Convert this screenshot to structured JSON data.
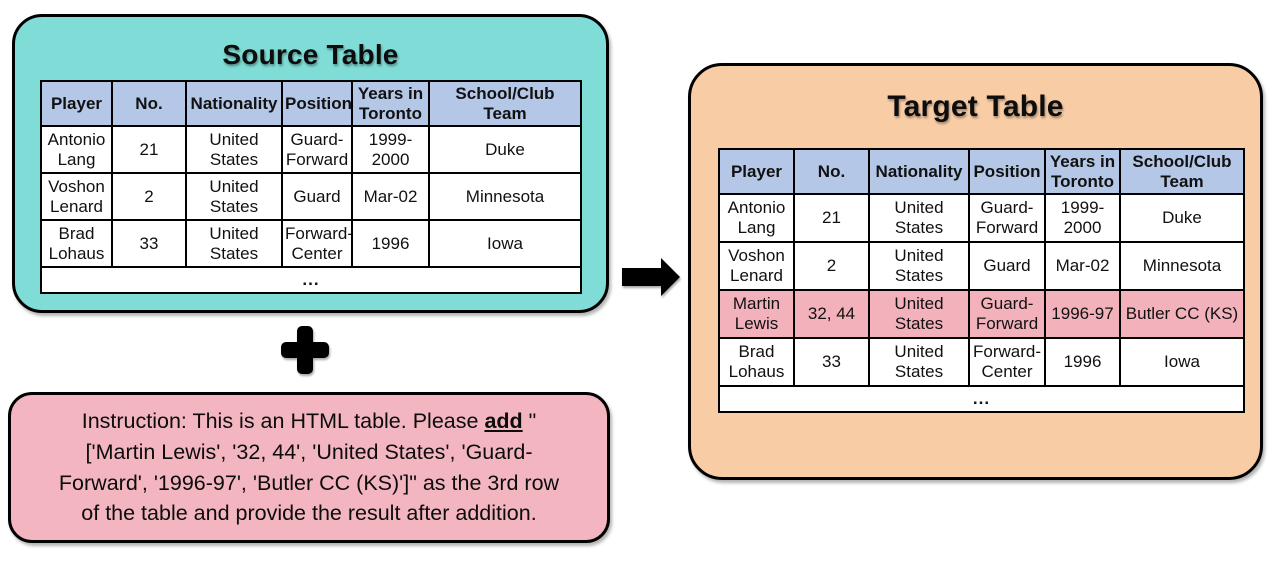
{
  "source_panel": {
    "title": "Source Table",
    "table": {
      "headers": [
        "Player",
        "No.",
        "Nationality",
        "Position",
        "Years in Toronto",
        "School/Club Team"
      ],
      "rows": [
        {
          "highlight": false,
          "cells": [
            "Antonio Lang",
            "21",
            "United States",
            "Guard-Forward",
            "1999-2000",
            "Duke"
          ]
        },
        {
          "highlight": false,
          "cells": [
            "Voshon Lenard",
            "2",
            "United States",
            "Guard",
            "Mar-02",
            "Minnesota"
          ]
        },
        {
          "highlight": false,
          "cells": [
            "Brad Lohaus",
            "33",
            "United States",
            "Forward-Center",
            "1996",
            "Iowa"
          ]
        }
      ],
      "ellipsis": "..."
    }
  },
  "target_panel": {
    "title": "Target Table",
    "table": {
      "headers": [
        "Player",
        "No.",
        "Nationality",
        "Position",
        "Years in Toronto",
        "School/Club Team"
      ],
      "rows": [
        {
          "highlight": false,
          "cells": [
            "Antonio Lang",
            "21",
            "United States",
            "Guard-Forward",
            "1999-2000",
            "Duke"
          ]
        },
        {
          "highlight": false,
          "cells": [
            "Voshon Lenard",
            "2",
            "United States",
            "Guard",
            "Mar-02",
            "Minnesota"
          ]
        },
        {
          "highlight": true,
          "cells": [
            "Martin Lewis",
            "32, 44",
            "United States",
            "Guard-Forward",
            "1996-97",
            "Butler CC (KS)"
          ]
        },
        {
          "highlight": false,
          "cells": [
            "Brad Lohaus",
            "33",
            "United States",
            "Forward-Center",
            "1996",
            "Iowa"
          ]
        }
      ],
      "ellipsis": "..."
    }
  },
  "instruction_panel": {
    "prefix": "Instruction: This is an HTML table. Please ",
    "emphasis": "add",
    "suffix": " \"['Martin Lewis', '32, 44', 'United States', 'Guard-Forward', '1996-97', 'Butler CC (KS)']\" as the 3rd row of the table and provide the result after addition."
  },
  "icons": {
    "plus": "plus",
    "arrow": "right-arrow"
  },
  "colors": {
    "source_bg": "#7fdcd6",
    "target_bg": "#f8cca5",
    "instruction_bg": "#f3b6c0",
    "header_bg": "#b4c7e7",
    "highlight_bg": "#f3b1bc",
    "cell_bg": "#ffffff",
    "border": "#000000"
  }
}
